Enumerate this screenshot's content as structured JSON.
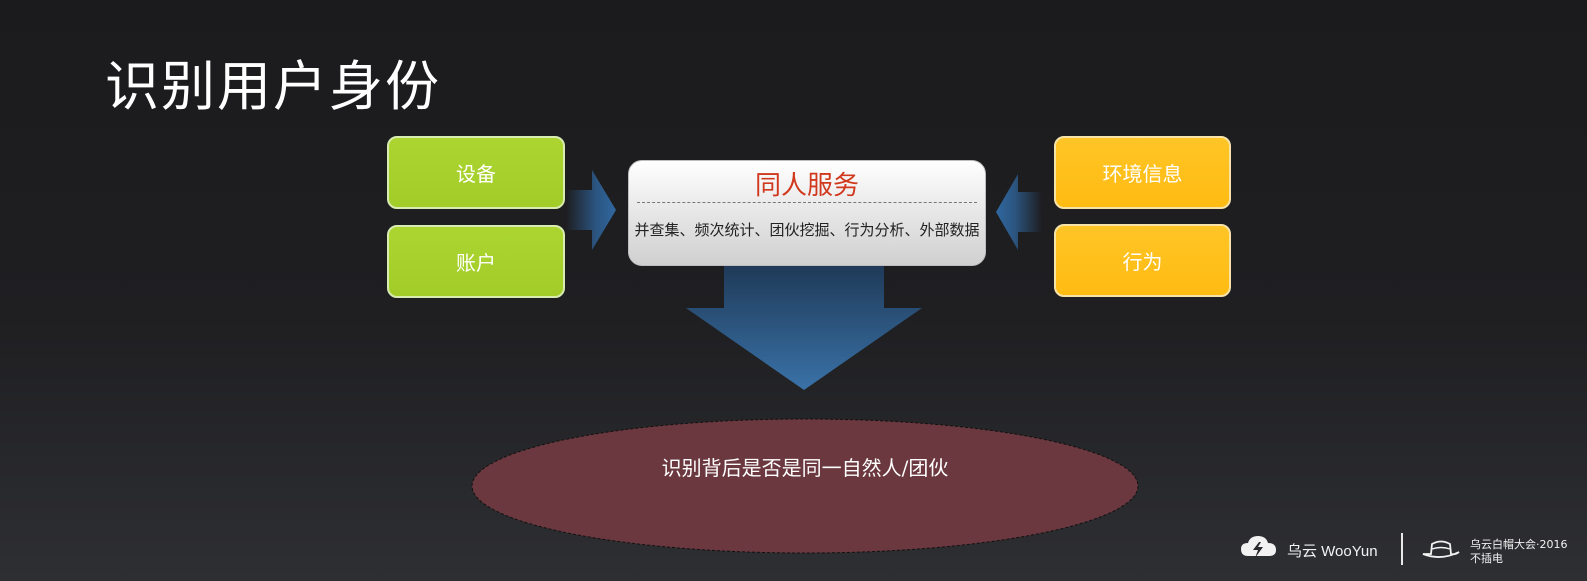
{
  "slide": {
    "title": "识别用户身份"
  },
  "left_boxes": [
    {
      "label": "设备",
      "color": "#a6d02c"
    },
    {
      "label": "账户",
      "color": "#a6d02c"
    }
  ],
  "right_boxes": [
    {
      "label": "环境信息",
      "color": "#ffbf1a"
    },
    {
      "label": "行为",
      "color": "#ffbf1a"
    }
  ],
  "center_box": {
    "title": "同人服务",
    "title_color": "#d0391e",
    "subtitle": "并查集、频次统计、团伙挖掘、行为分析、外部数据"
  },
  "result": {
    "text": "识别背后是否是同一自然人/团伙",
    "fill_color": "#6a383e"
  },
  "footer": {
    "brand": "乌云 WooYun",
    "conference_line1": "乌云白帽大会·2016",
    "conference_line2": "不插电",
    "cloud_icon": "cloud-lightning-icon",
    "hat_icon": "hat-icon"
  },
  "colors": {
    "arrow": "#2e5f92",
    "background": "#1c1c1e"
  }
}
